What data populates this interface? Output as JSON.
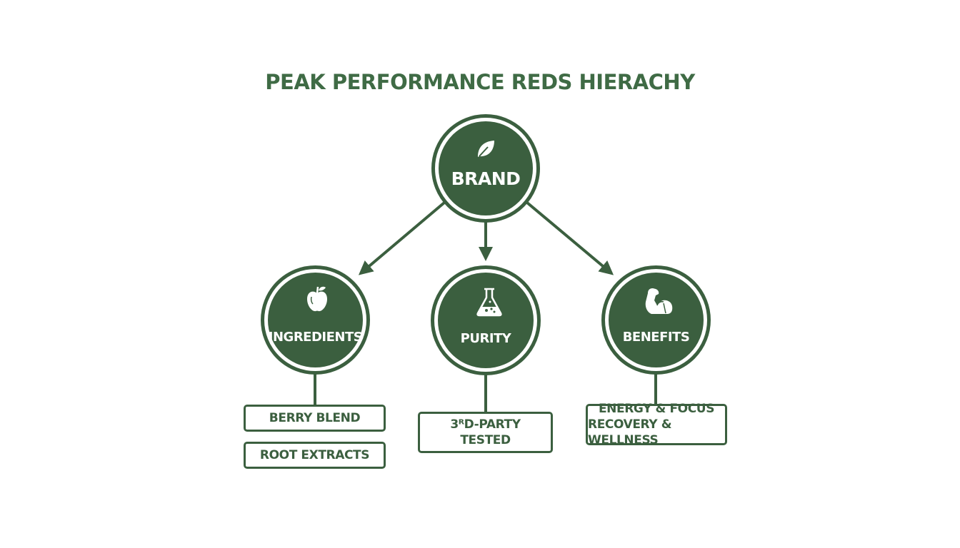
{
  "title": "PEAK PERFORMANCE REDS HIERACHY",
  "colors": {
    "primary": "#3b5f3f",
    "title": "#3f6b45",
    "background": "#ffffff"
  },
  "root": {
    "label": "BRAND",
    "icon": "leaf-icon"
  },
  "children": [
    {
      "label": "INGREDIENTS",
      "icon": "apple-icon",
      "items": [
        "BERRY BLEND",
        "ROOT EXTRACTS"
      ]
    },
    {
      "label": "PURITY",
      "icon": "flask-icon",
      "items": [
        {
          "line1": "3ᴿD-PARTY",
          "line2": "TESTED"
        }
      ]
    },
    {
      "label": "BENEFITS",
      "icon": "flexed-arm-icon",
      "items": [
        {
          "line1": "ENERGY & FOCUS",
          "line2": "RECOVERY & WELLNESS"
        }
      ]
    }
  ]
}
